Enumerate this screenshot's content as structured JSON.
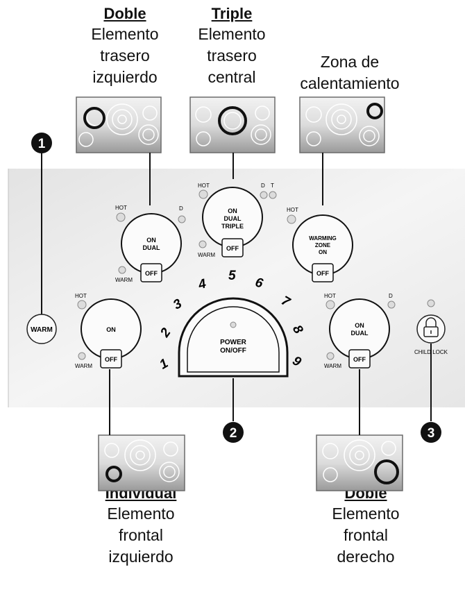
{
  "elements": {
    "rear_left": {
      "type": "Doble",
      "description": "Elemento\ntrasero\nizquierdo"
    },
    "rear_center": {
      "type": "Triple",
      "description": "Elemento\ntrasero\ncentral"
    },
    "warming": {
      "type": "",
      "description": "Zona de\ncalentamiento"
    },
    "front_left": {
      "type": "Individual",
      "description": "Elemento\nfrontal\nizquierdo"
    },
    "front_right": {
      "type": "Doble",
      "description": "Elemento\nfrontal\nderecho"
    }
  },
  "panel": {
    "warm_button": "WARM",
    "hot": "HOT",
    "warm": "WARM",
    "off": "OFF",
    "d": "D",
    "t": "T",
    "rear_left_label": [
      "ON",
      "DUAL"
    ],
    "rear_center_label": [
      "ON",
      "DUAL",
      "TRIPLE"
    ],
    "warming_label": [
      "WARMING",
      "ZONE",
      "ON"
    ],
    "front_left_label": [
      "ON"
    ],
    "front_right_label": [
      "ON",
      "DUAL"
    ],
    "power_label": [
      "POWER",
      "ON/OFF"
    ],
    "child_lock": "CHILD LOCK",
    "dial_numbers": [
      "1",
      "2",
      "3",
      "4",
      "5",
      "6",
      "7",
      "8",
      "9"
    ]
  },
  "callouts": [
    "1",
    "2",
    "3"
  ]
}
